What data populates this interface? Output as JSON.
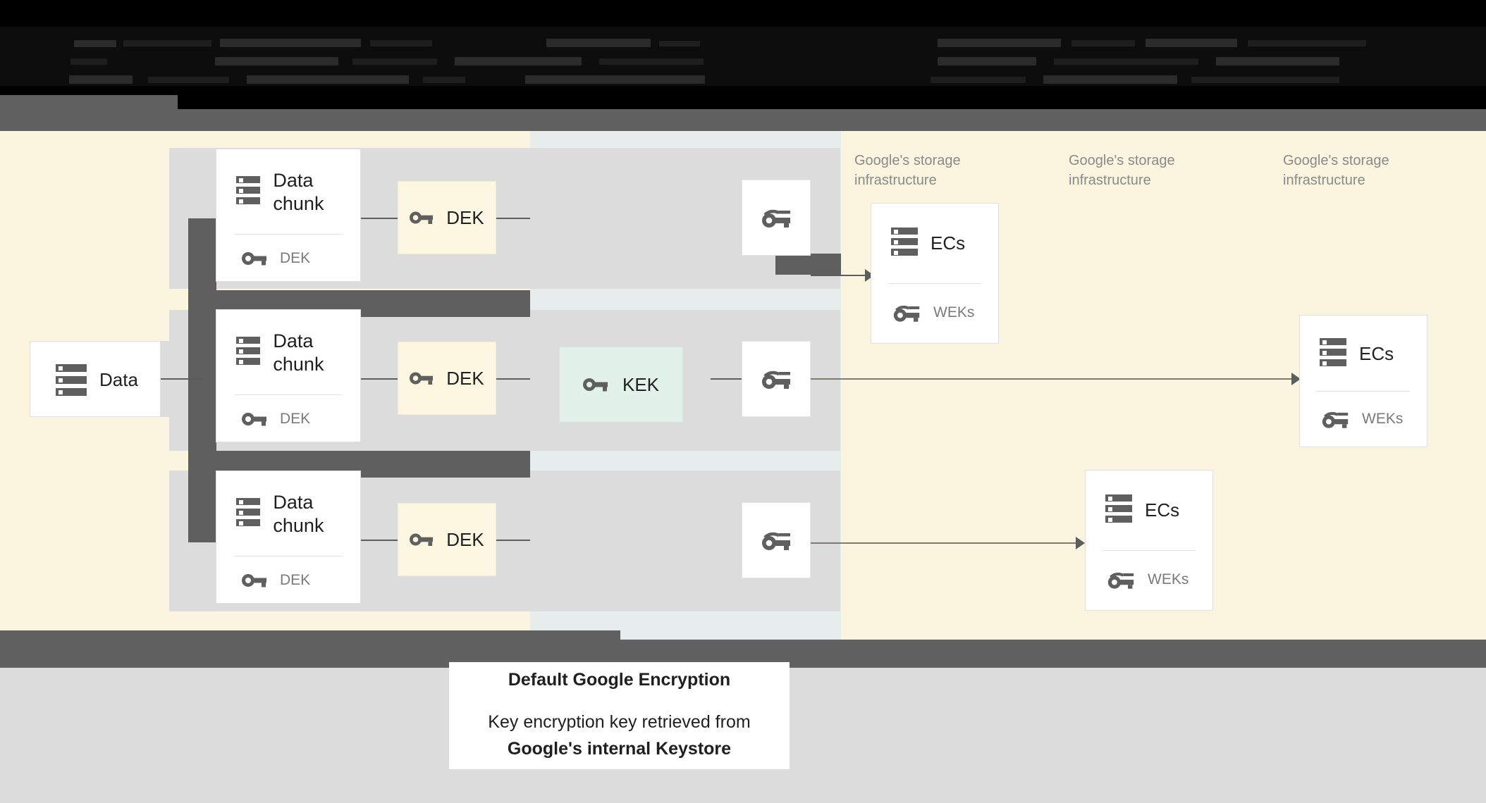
{
  "header": {
    "obscured": true,
    "note": "top banner text is redacted / illegible dark-on-black"
  },
  "diagram": {
    "title": "Default Google Encryption data-flow",
    "source_card": {
      "label": "Data",
      "icon": "server-icon"
    },
    "chunks": [
      {
        "title": "Data chunk",
        "key_label": "DEK",
        "key_icon": "key-icon"
      },
      {
        "title": "Data chunk",
        "key_label": "DEK",
        "key_icon": "key-icon"
      },
      {
        "title": "Data chunk",
        "key_label": "DEK",
        "key_icon": "key-icon"
      }
    ],
    "dek_boxes": [
      {
        "label": "DEK",
        "icon": "key-icon"
      },
      {
        "label": "DEK",
        "icon": "key-icon"
      },
      {
        "label": "DEK",
        "icon": "key-icon"
      }
    ],
    "kek_box": {
      "label": "KEK",
      "icon": "key-icon"
    },
    "wrapped_keys": [
      {
        "icon": "wrapped-key-icon"
      },
      {
        "icon": "wrapped-key-icon"
      },
      {
        "icon": "wrapped-key-icon"
      }
    ],
    "infra_labels": [
      "Google's storage infrastructure",
      "Google's storage infrastructure",
      "Google's storage infrastructure"
    ],
    "ec_cards": [
      {
        "title": "ECs",
        "key_label": "WEKs",
        "icon": "server-icon",
        "key_icon": "wrapped-key-icon"
      },
      {
        "title": "ECs",
        "key_label": "WEKs",
        "icon": "server-icon",
        "key_icon": "wrapped-key-icon"
      },
      {
        "title": "ECs",
        "key_label": "WEKs",
        "icon": "server-icon",
        "key_icon": "wrapped-key-icon"
      }
    ]
  },
  "caption": {
    "title": "Default Google Encryption",
    "line1": "Key encryption key retrieved from",
    "line2": "Google's internal Keystore"
  },
  "colors": {
    "cream": "#fbf4de",
    "blue_gray": "#e7ecec",
    "light_gray": "#dcdcdc",
    "dark_gray": "#5f5f5f",
    "kek_green": "#e2f1e9",
    "dek_cream": "#fdf6e0",
    "page_bottom": "#dcdcdc",
    "muted_text": "#8a8a8a"
  }
}
